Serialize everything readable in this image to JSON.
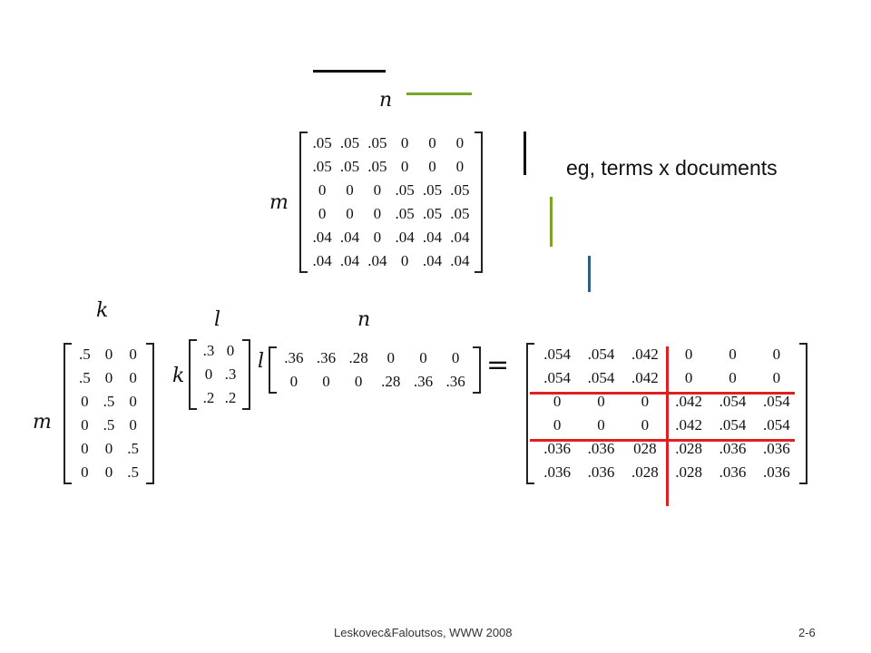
{
  "labels": {
    "top_n": "n",
    "top_m": "m",
    "left_k": "k",
    "left_m": "m",
    "mid_l": "l",
    "mid_k": "k",
    "right_l": "l",
    "right_n": "n",
    "equals": "="
  },
  "caption": "eg, terms x documents",
  "footer": {
    "left": "Leskovec&Faloutsos, WWW 2008",
    "right": "2-6"
  },
  "colors": {
    "black_bar": "#111111",
    "green_bar": "#7aa52a",
    "blue_bar": "#2d5f86",
    "red_grid": "#e02020"
  },
  "matrix_top": [
    [
      ".05",
      ".05",
      ".05",
      "0",
      "0",
      "0"
    ],
    [
      ".05",
      ".05",
      ".05",
      "0",
      "0",
      "0"
    ],
    [
      "0",
      "0",
      "0",
      ".05",
      ".05",
      ".05"
    ],
    [
      "0",
      "0",
      "0",
      ".05",
      ".05",
      ".05"
    ],
    [
      ".04",
      ".04",
      "0",
      ".04",
      ".04",
      ".04"
    ],
    [
      ".04",
      ".04",
      ".04",
      "0",
      ".04",
      ".04"
    ]
  ],
  "matrix_left": [
    [
      ".5",
      "0",
      "0"
    ],
    [
      ".5",
      "0",
      "0"
    ],
    [
      "0",
      ".5",
      "0"
    ],
    [
      "0",
      ".5",
      "0"
    ],
    [
      "0",
      "0",
      ".5"
    ],
    [
      "0",
      "0",
      ".5"
    ]
  ],
  "matrix_mid": [
    [
      ".3",
      "0"
    ],
    [
      "0",
      ".3"
    ],
    [
      ".2",
      ".2"
    ]
  ],
  "matrix_right_small": [
    [
      ".36",
      ".36",
      ".28",
      "0",
      "0",
      "0"
    ],
    [
      "0",
      "0",
      "0",
      ".28",
      ".36",
      ".36"
    ]
  ],
  "matrix_result": [
    [
      ".054",
      ".054",
      ".042",
      "0",
      "0",
      "0"
    ],
    [
      ".054",
      ".054",
      ".042",
      "0",
      "0",
      "0"
    ],
    [
      "0",
      "0",
      "0",
      ".042",
      ".054",
      ".054"
    ],
    [
      "0",
      "0",
      "0",
      ".042",
      ".054",
      ".054"
    ],
    [
      ".036",
      ".036",
      "028",
      ".028",
      ".036",
      ".036"
    ],
    [
      ".036",
      ".036",
      ".028",
      ".028",
      ".036",
      ".036"
    ]
  ]
}
